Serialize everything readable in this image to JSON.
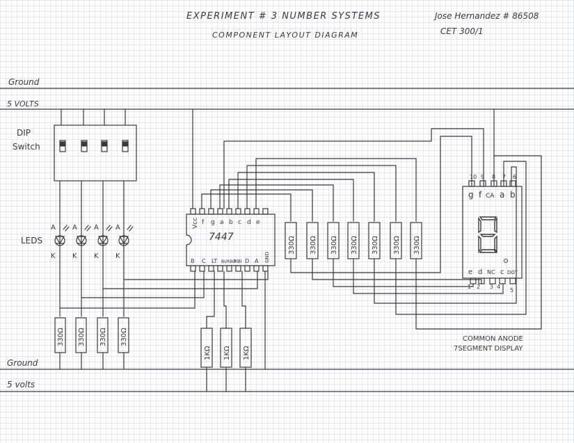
{
  "header": {
    "title": "EXPERIMENT # 3 NUMBER SYSTEMS",
    "subtitle": "COMPONENT LAYOUT DIAGRAM",
    "author": "Jose Hernandez # 86508",
    "course": "CET 300/1"
  },
  "rails": {
    "ground_top": "Ground",
    "vcc_top": "5 VOLTS",
    "ground_bottom": "Ground",
    "vcc_bottom": "5 volts"
  },
  "dip": {
    "label_line1": "DIP",
    "label_line2": "Switch"
  },
  "leds": {
    "label": "LEDS",
    "anode": "A",
    "cathode": "K",
    "count": 4
  },
  "led_resistor_value": "330Ω",
  "ic": {
    "part": "7447",
    "top_pins": [
      "Vcc",
      "f",
      "g",
      "a",
      "b",
      "c",
      "d",
      "e"
    ],
    "bottom_pins": [
      "B",
      "C",
      "LT",
      "BI/RBO",
      "RBI",
      "D",
      "A",
      "GND"
    ]
  },
  "segment_resistor_value": "330Ω",
  "pullup_resistor_value": "1KΩ",
  "display": {
    "top_pin_numbers": [
      "10",
      "9",
      "8",
      "7",
      "6"
    ],
    "top_pin_labels": [
      "g",
      "f",
      "CA",
      "a",
      "b"
    ],
    "bottom_pin_labels": [
      "e",
      "d",
      "NC",
      "c",
      "DOT"
    ],
    "bottom_pin_numbers": [
      "1",
      "2",
      "3",
      "4",
      "5"
    ],
    "caption_line1": "COMMON ANODE",
    "caption_line2": "7SEGMENT DISPLAY"
  },
  "colors": {
    "ink": "#3a3a3a",
    "grid": "#b4c3d2",
    "paper": "#fdfdfb"
  }
}
